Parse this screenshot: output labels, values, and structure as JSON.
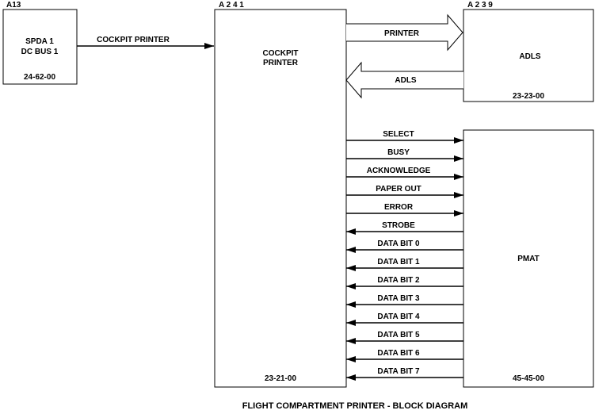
{
  "caption": "FLIGHT COMPARTMENT PRINTER - BLOCK DIAGRAM",
  "boxes": {
    "spda": {
      "ref": "A13",
      "line1": "SPDA 1",
      "line2": "DC BUS 1",
      "code": "24-62-00"
    },
    "printer": {
      "ref": "A 2 4 1",
      "line1": "COCKPIT",
      "line2": "PRINTER",
      "code": "23-21-00"
    },
    "adls": {
      "ref": "A 2 3 9",
      "name": "ADLS",
      "code": "23-23-00"
    },
    "pmat": {
      "name": "PMAT",
      "code": "45-45-00"
    }
  },
  "links": {
    "power": "COCKPIT PRINTER",
    "to_adls": "PRINTER",
    "from_adls": "ADLS"
  },
  "signals": [
    {
      "label": "SELECT",
      "direction": "out"
    },
    {
      "label": "BUSY",
      "direction": "out"
    },
    {
      "label": "ACKNOWLEDGE",
      "direction": "out"
    },
    {
      "label": "PAPER OUT",
      "direction": "out"
    },
    {
      "label": "ERROR",
      "direction": "out"
    },
    {
      "label": "STROBE",
      "direction": "in"
    },
    {
      "label": "DATA BIT 0",
      "direction": "in"
    },
    {
      "label": "DATA BIT 1",
      "direction": "in"
    },
    {
      "label": "DATA BIT 2",
      "direction": "in"
    },
    {
      "label": "DATA BIT 3",
      "direction": "in"
    },
    {
      "label": "DATA BIT 4",
      "direction": "in"
    },
    {
      "label": "DATA BIT 5",
      "direction": "in"
    },
    {
      "label": "DATA BIT 6",
      "direction": "in"
    },
    {
      "label": "DATA BIT 7",
      "direction": "in"
    }
  ]
}
